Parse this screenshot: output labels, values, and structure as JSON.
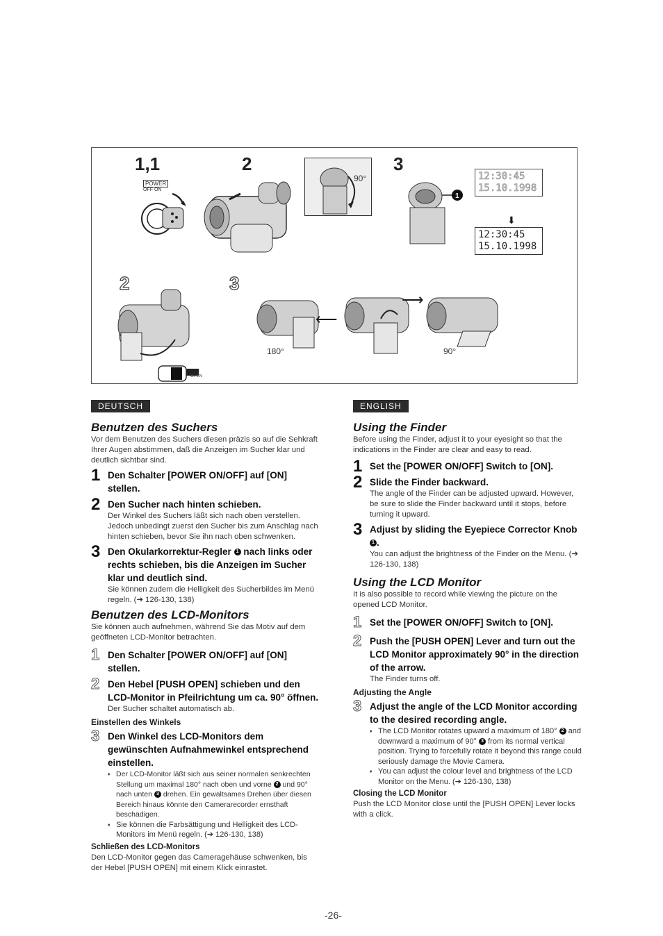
{
  "figure": {
    "labels": {
      "s1": "1,1",
      "s2": "2",
      "s3": "3",
      "s2b": "2",
      "s3b": "3"
    },
    "power_label": "POWER",
    "off_on": "OFF  ON",
    "deg_90a": "90°",
    "deg_180": "180°",
    "deg_90b": "90°",
    "lcd_dim": {
      "time": "12:30:45",
      "date": "15.10.1998"
    },
    "lcd_clear": {
      "time": "12:30:45",
      "date": "15.10.1998"
    },
    "open_label": "OPEN"
  },
  "de": {
    "tag": "DEUTSCH",
    "finder_title": "Benutzen des Suchers",
    "finder_intro": "Vor dem Benutzen des Suchers diesen präzis so auf die Sehkraft Ihrer Augen abstimmen, daß die Anzeigen im Sucher klar und deutlich sichtbar sind.",
    "f1_title": "Den Schalter [POWER ON/OFF] auf [ON] stellen.",
    "f2_title": "Den Sucher nach hinten schieben.",
    "f2_text": "Der Winkel des Suchers läßt sich nach oben verstellen. Jedoch unbedingt zuerst den Sucher bis zum Anschlag nach hinten schieben, bevor Sie ihn nach oben schwenken.",
    "f3_title_a": "Den Okularkorrektur-Regler",
    "f3_title_b": "nach links oder rechts schieben, bis die Anzeigen im Sucher klar und deutlich sind.",
    "f3_text": "Sie können zudem die Helligkeit des Sucherbildes im Menü regeln. (➔ 126-130, 138)",
    "lcd_title": "Benutzen des LCD-Monitors",
    "lcd_intro": "Sie können auch aufnehmen, während Sie das Motiv auf dem geöffneten LCD-Monitor betrachten.",
    "l1_title": "Den Schalter [POWER ON/OFF] auf [ON] stellen.",
    "l2_title": "Den Hebel [PUSH OPEN] schieben und den LCD-Monitor in Pfeilrichtung um ca. 90° öffnen.",
    "l2_text": "Der Sucher schaltet automatisch ab.",
    "angle_sub": "Einstellen des Winkels",
    "l3_title": "Den Winkel des LCD-Monitors dem gewünschten Aufnahmewinkel entsprechend einstellen.",
    "b1_a": "Der LCD-Monitor läßt sich aus seiner normalen senkrechten Stellung um maximal 180° nach oben und vorne",
    "b1_b": "und 90° nach unten",
    "b1_c": "drehen. Ein gewaltsames Drehen über diesen Bereich hinaus könnte den Camerarecorder ernsthaft beschädigen.",
    "b2": "Sie können die Farbsättigung und Helligkeit des LCD-Monitors im Menü regeln. (➔ 126-130, 138)",
    "close_sub": "Schließen des LCD-Monitors",
    "close_text": "Den LCD-Monitor gegen das Cameragehäuse schwenken, bis der Hebel [PUSH OPEN] mit einem Klick einrastet."
  },
  "en": {
    "tag": "ENGLISH",
    "finder_title": "Using the Finder",
    "finder_intro": "Before using the Finder, adjust it to your eyesight so that the indications in the Finder are clear and easy to read.",
    "f1_title": "Set the [POWER ON/OFF] Switch to [ON].",
    "f2_title": "Slide the Finder backward.",
    "f2_text": "The angle of the Finder can be adjusted upward. However, be sure to slide the Finder backward until it stops, before turning it upward.",
    "f3_title": "Adjust by sliding the Eyepiece Corrector Knob",
    "f3_text": "You can adjust the brightness of the Finder on the Menu. (➔ 126-130, 138)",
    "lcd_title": "Using the LCD Monitor",
    "lcd_intro": "It is also possible to record while viewing the picture on the opened LCD Monitor.",
    "l1_title": "Set the [POWER ON/OFF] Switch to [ON].",
    "l2_title": "Push the [PUSH OPEN] Lever and turn out the LCD Monitor approximately 90° in the direction of the arrow.",
    "l2_text": "The Finder turns off.",
    "angle_sub": "Adjusting the Angle",
    "l3_title": "Adjust the angle of the LCD Monitor according to the desired recording angle.",
    "b1_a": "The LCD Monitor rotates upward a maximum of 180°",
    "b1_b": "and downward a maximum of 90°",
    "b1_c": "from its normal vertical position. Trying to forcefully rotate it beyond this range could seriously damage the Movie Camera.",
    "b2": "You can adjust the colour level and brightness of the LCD Monitor on the Menu. (➔ 126-130, 138)",
    "close_sub": "Closing the LCD Monitor",
    "close_text": "Push the LCD Monitor close until the [PUSH OPEN] Lever locks with a click."
  },
  "step_nums": {
    "one": "1",
    "two": "2",
    "three": "3"
  },
  "circled": {
    "c1": "1",
    "c2": "2",
    "c3": "3"
  },
  "page_number": "-26-"
}
